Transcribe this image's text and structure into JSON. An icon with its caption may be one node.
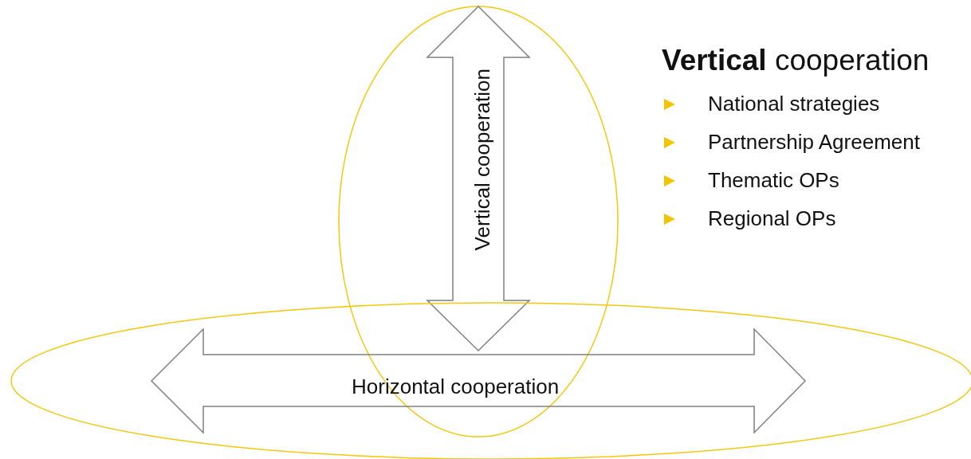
{
  "diagram": {
    "nodes": [
      {
        "text": [],
        "shape": "ellipse"
      },
      {
        "text": [
          "Vertical cooperation"
        ],
        "in": 0
      },
      {
        "text": [],
        "shape": "ellipse"
      },
      {
        "text": [
          "Horizontal cooperation"
        ],
        "in": 2
      }
    ],
    "labels": [
      "**Vertical** cooperation",
      "National strategies",
      "Partnership Agreement",
      "Thematic OPs",
      "Regional OPs"
    ]
  }
}
